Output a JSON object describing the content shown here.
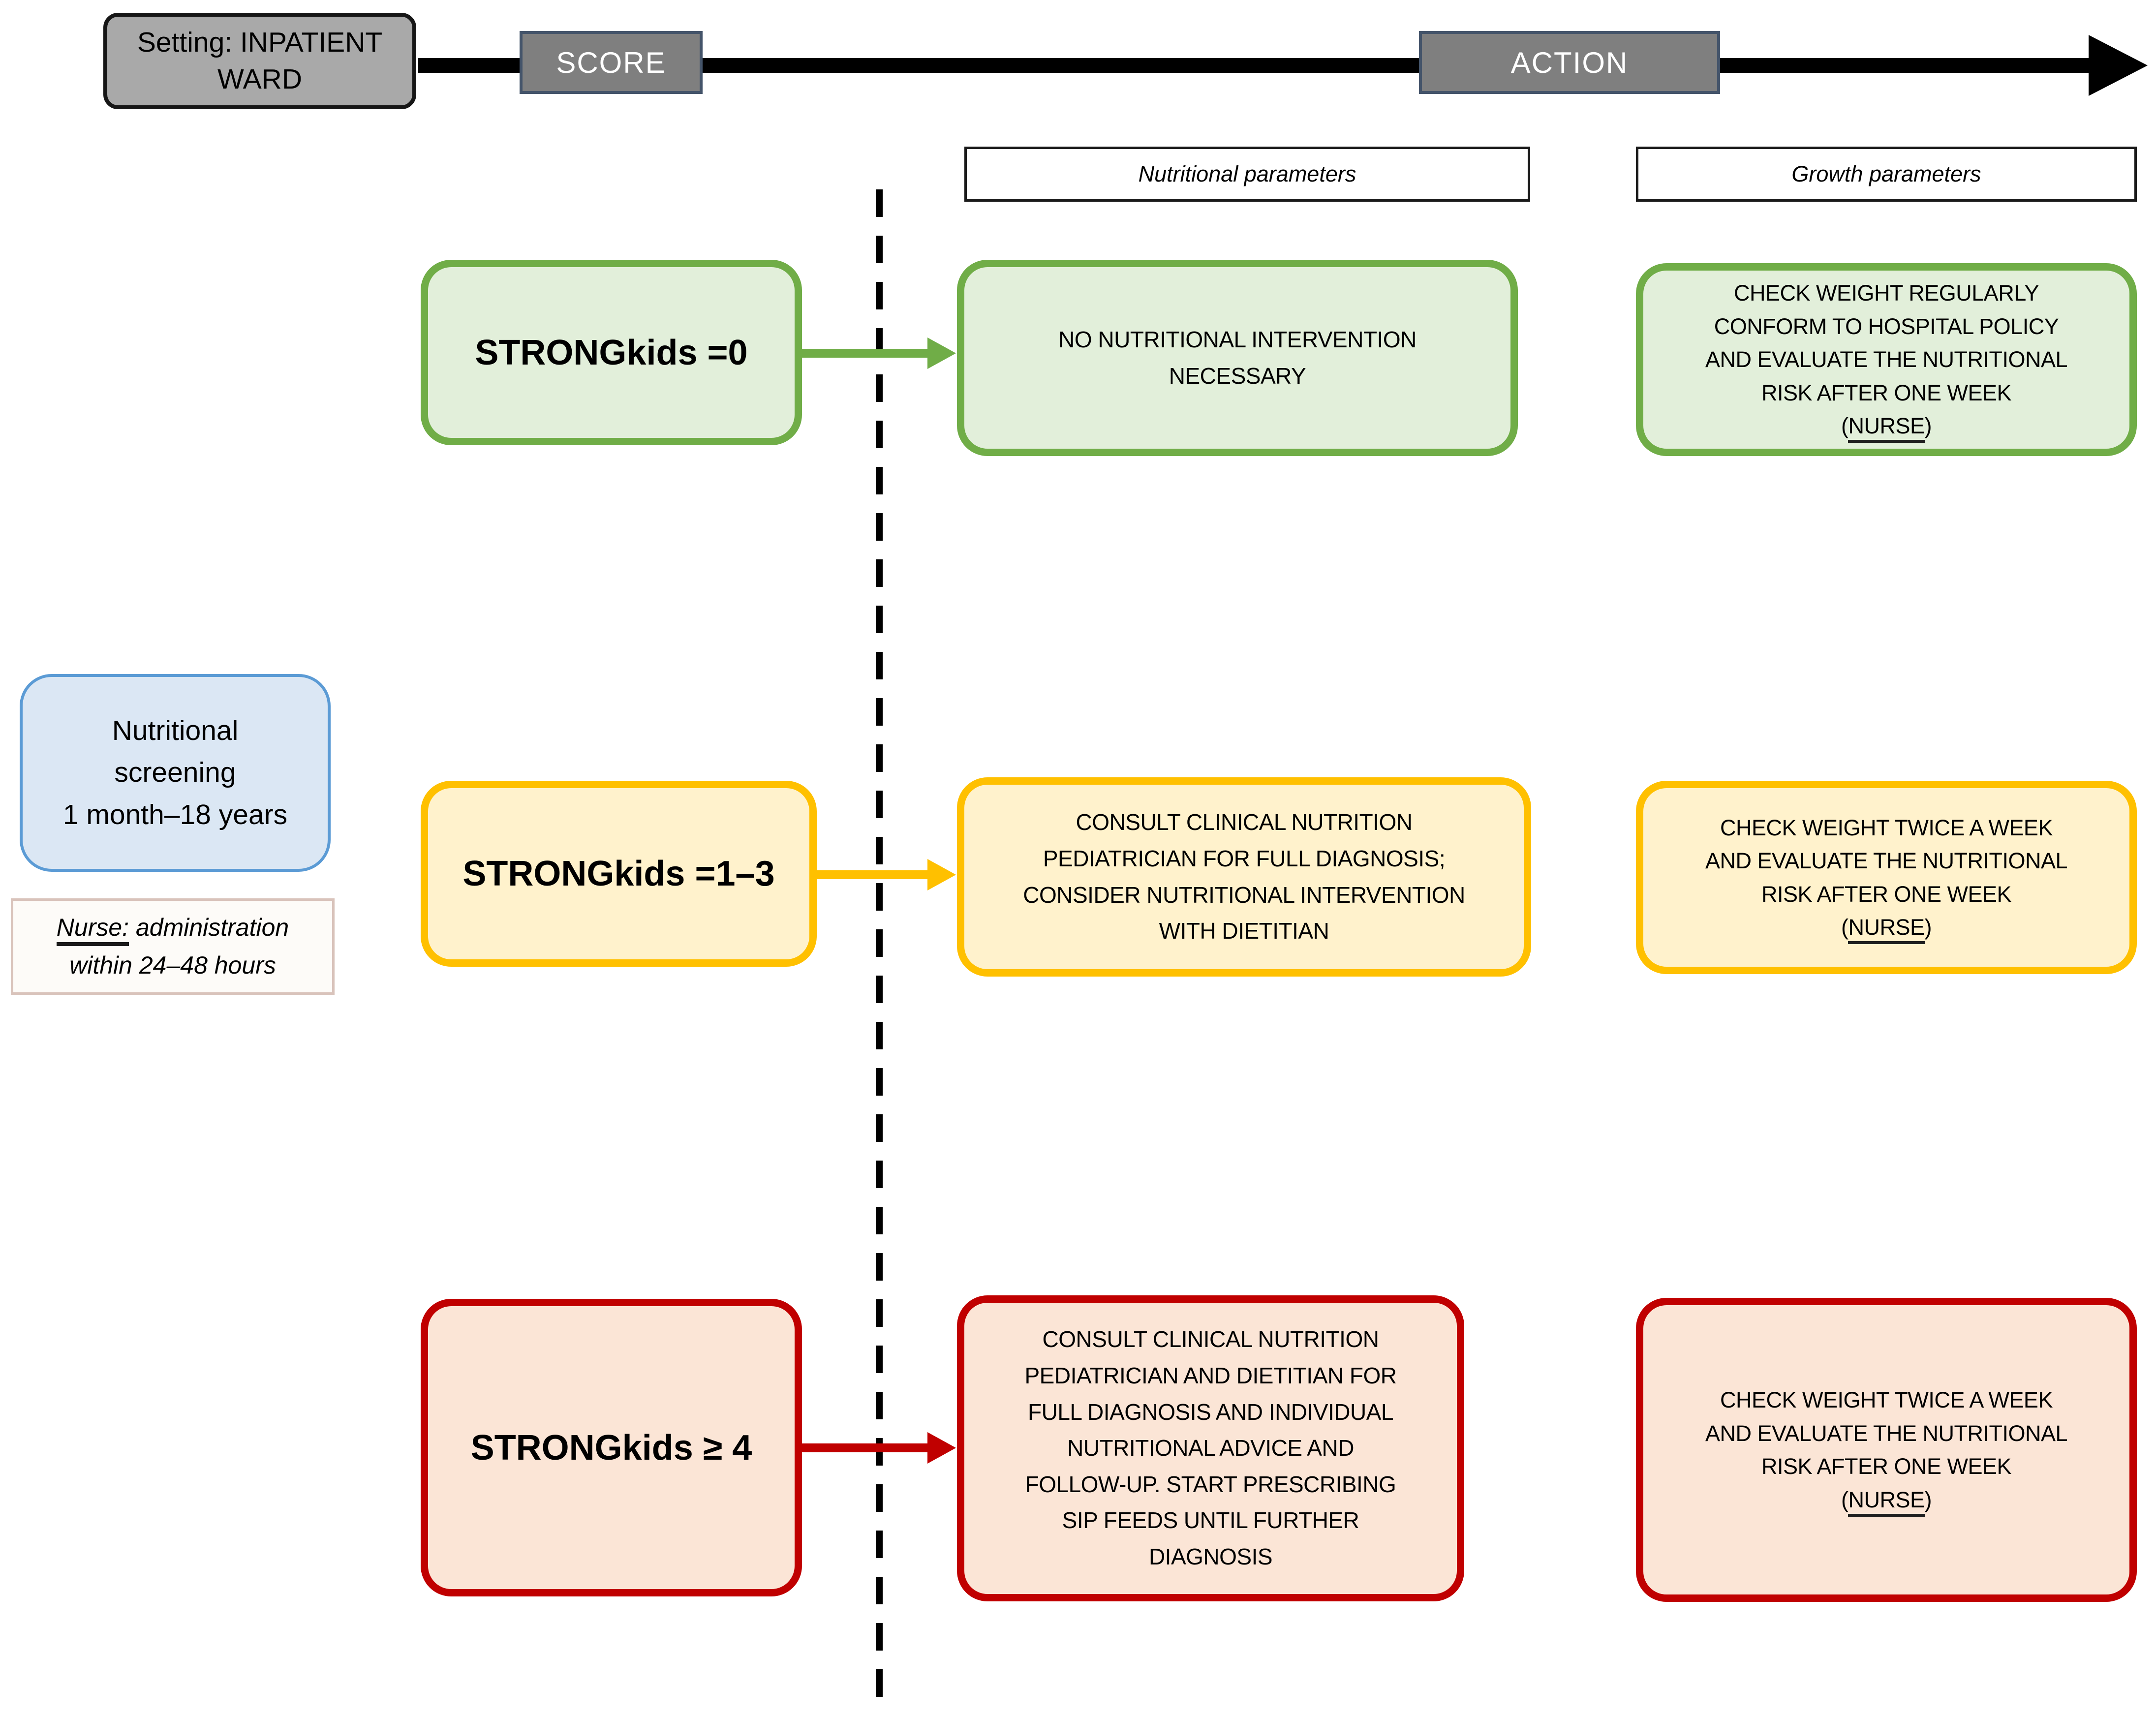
{
  "timeline": {
    "setting_label": "Setting: INPATIENT WARD",
    "score_label": "SCORE",
    "action_label": "ACTION"
  },
  "column_headers": {
    "nutritional": "Nutritional parameters",
    "growth": "Growth parameters"
  },
  "sidebar": {
    "screening_lines": [
      "Nutritional",
      "screening",
      "1 month–18 years"
    ],
    "nurse_note": {
      "lead": "Nurse:",
      "line1_rest": "administration",
      "line2": "within 24–48 hours"
    }
  },
  "punct": {
    "open": "(",
    "close": ")"
  },
  "colors": {
    "low_risk_accent": "#70ad47",
    "low_risk_fill": "#e2efda",
    "medium_risk_accent": "#ffc000",
    "medium_risk_fill": "#fff2cc",
    "high_risk_accent": "#c00000",
    "high_risk_fill": "#fbe5d6",
    "screening_accent": "#5b9bd5",
    "screening_fill": "#dbe7f4",
    "timeline_pill_fill": "#7f7f7f",
    "setting_fill": "#a9a9a9"
  },
  "rows": [
    {
      "score": "STRONGkids =0",
      "nutritional_lines": [
        "NO NUTRITIONAL INTERVENTION",
        "NECESSARY"
      ],
      "growth_lines": [
        "CHECK WEIGHT REGULARLY",
        "CONFORM TO HOSPITAL POLICY",
        "AND EVALUATE THE NUTRITIONAL",
        "RISK AFTER ONE WEEK"
      ],
      "growth_actor": "NURSE"
    },
    {
      "score": "STRONGkids =1–3",
      "nutritional_lines": [
        "CONSULT CLINICAL NUTRITION",
        "PEDIATRICIAN FOR FULL DIAGNOSIS;",
        "CONSIDER NUTRITIONAL INTERVENTION",
        "WITH DIETITIAN"
      ],
      "growth_lines": [
        "CHECK WEIGHT TWICE A WEEK",
        "AND EVALUATE THE NUTRITIONAL",
        "RISK AFTER ONE WEEK"
      ],
      "growth_actor": "NURSE"
    },
    {
      "score": "STRONGkids ≥ 4",
      "nutritional_lines": [
        "CONSULT CLINICAL NUTRITION",
        "PEDIATRICIAN AND DIETITIAN FOR",
        "FULL DIAGNOSIS AND INDIVIDUAL",
        "NUTRITIONAL ADVICE AND",
        "FOLLOW-UP. START PRESCRIBING",
        "SIP FEEDS UNTIL FURTHER",
        "DIAGNOSIS"
      ],
      "growth_lines": [
        "CHECK WEIGHT TWICE A WEEK",
        "AND EVALUATE THE NUTRITIONAL",
        "RISK AFTER ONE WEEK"
      ],
      "growth_actor": "NURSE"
    }
  ]
}
